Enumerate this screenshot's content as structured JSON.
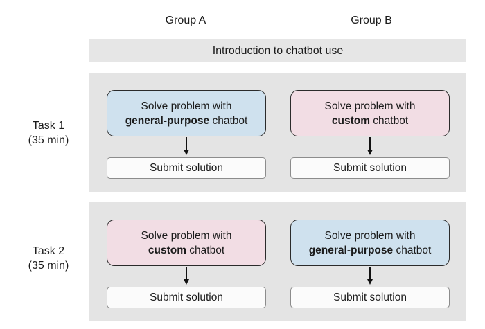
{
  "colors": {
    "panel_bg": "#e4e4e4",
    "banner_bg": "#e6e6e6",
    "blue_box": "#cfe1ee",
    "pink_box": "#f2dde4",
    "submit_bg": "#fbfbfb",
    "box_border": "#2b2b2b",
    "submit_border": "#8c8c8c",
    "text": "#1b1b1b",
    "arrow": "#111111"
  },
  "header": {
    "columns": [
      {
        "label": "Group A"
      },
      {
        "label": "Group B"
      }
    ]
  },
  "banner": {
    "label": "Introduction to chatbot use"
  },
  "tasks": [
    {
      "label_line1": "Task 1",
      "label_line2": "(35 min)",
      "cells": [
        {
          "group": "Group A",
          "line1": "Solve problem with",
          "bold": "general-purpose",
          "rest": " chatbot",
          "variant": "blue",
          "submit": "Submit solution"
        },
        {
          "group": "Group B",
          "line1": "Solve problem with",
          "bold": "custom",
          "rest": " chatbot",
          "variant": "pink",
          "submit": "Submit solution"
        }
      ]
    },
    {
      "label_line1": "Task 2",
      "label_line2": "(35 min)",
      "cells": [
        {
          "group": "Group A",
          "line1": "Solve problem with",
          "bold": "custom",
          "rest": " chatbot",
          "variant": "pink",
          "submit": "Submit solution"
        },
        {
          "group": "Group B",
          "line1": "Solve problem with",
          "bold": "general-purpose",
          "rest": " chatbot",
          "variant": "blue",
          "submit": "Submit solution"
        }
      ]
    }
  ]
}
